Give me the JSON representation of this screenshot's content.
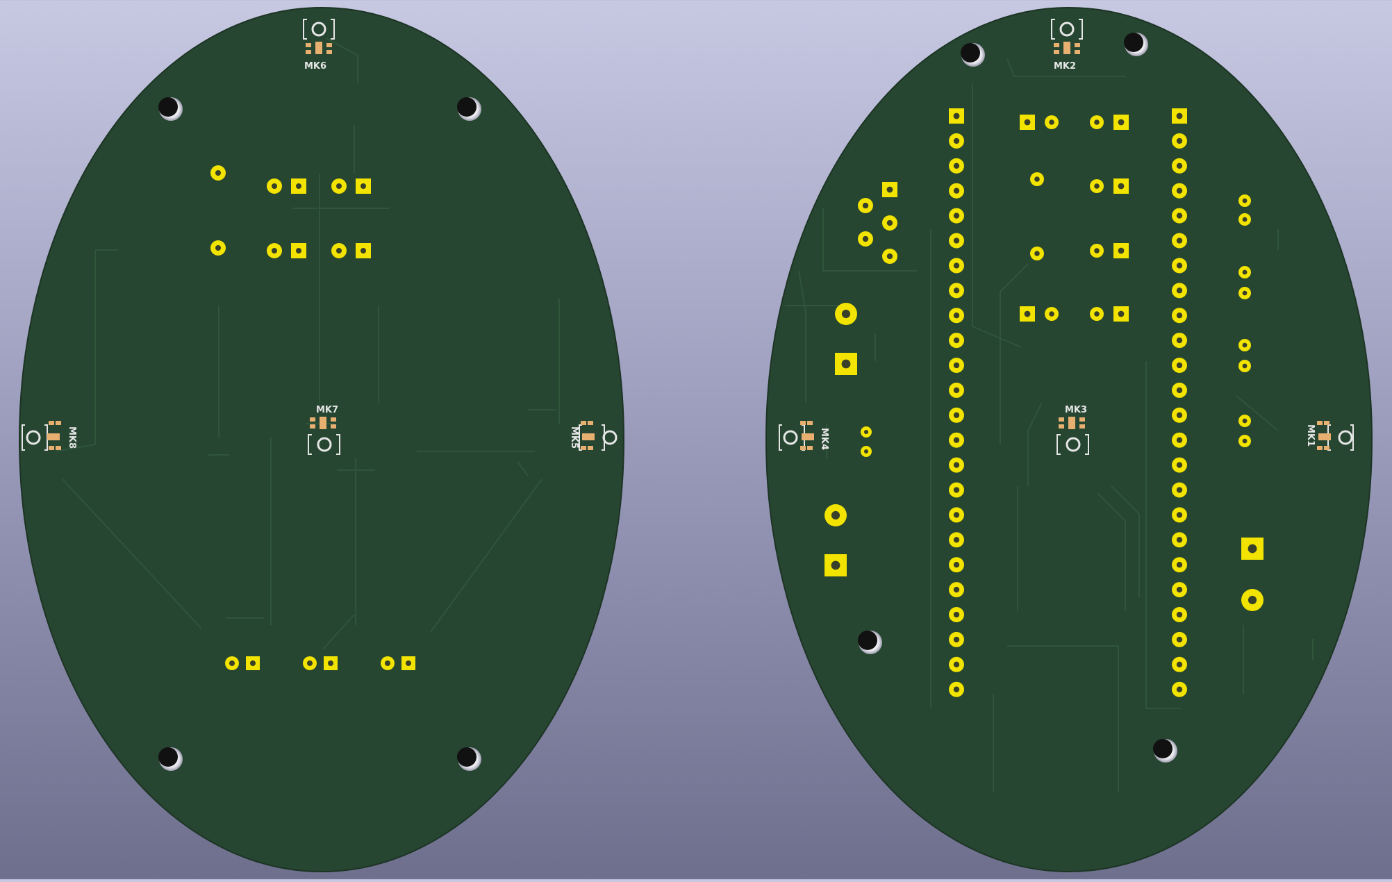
{
  "view": {
    "background_top": "#c7c8e2",
    "background_bottom": "#6e6f8d",
    "board_color": "#264631",
    "pad_color": "#f2e300",
    "silk_color": "#e6e6e6"
  },
  "left_board": {
    "mic_labels": {
      "mk6": "MK6",
      "mk7": "MK7",
      "mk8": "MK8",
      "mk5": "MK5"
    }
  },
  "right_board": {
    "mic_labels": {
      "mk2": "MK2",
      "mk3": "MK3",
      "mk4": "MK4",
      "mk1": "MK1"
    }
  }
}
